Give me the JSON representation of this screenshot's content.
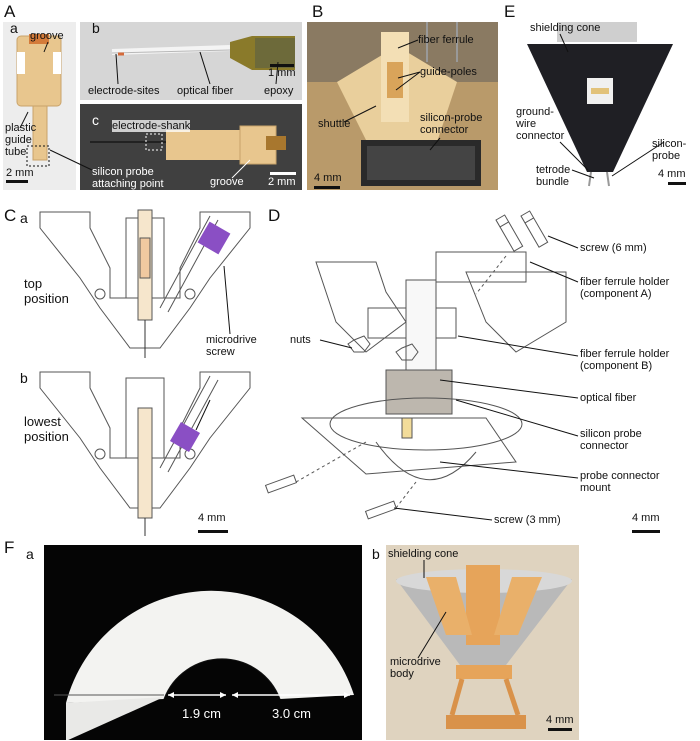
{
  "panels": {
    "A": {
      "letter": "A",
      "a": {
        "letter": "a",
        "groove": "groove",
        "plastic_guide_tube": "plastic\nguide\ntube",
        "scale": "2 mm"
      },
      "b": {
        "letter": "b",
        "electrode_sites": "electrode-sites",
        "optical_fiber": "optical fiber",
        "epoxy": "epoxy",
        "scale": "1 mm"
      },
      "c": {
        "letter": "c",
        "electrode_shank": "electrode-shank",
        "groove": "groove",
        "scale": "2 mm"
      },
      "attach": "silicon probe\nattaching point"
    },
    "B": {
      "letter": "B",
      "fiber_ferrule": "fiber ferrule",
      "guide_poles": "guide-poles",
      "shuttle": "shuttle",
      "probe_connector": "silicon-probe\nconnector",
      "scale": "4 mm"
    },
    "E": {
      "letter": "E",
      "shielding_cone": "shielding cone",
      "ground_wire": "ground-\nwire\nconnector",
      "silicon_probe": "silicon-\nprobe",
      "tetrode_bundle": "tetrode\nbundle",
      "scale": "4 mm"
    },
    "C": {
      "letter": "C",
      "a": {
        "letter": "a",
        "label": "top\nposition"
      },
      "b": {
        "letter": "b",
        "label": "lowest\nposition"
      },
      "microdrive_screw": "microdrive\nscrew",
      "scale": "4 mm"
    },
    "D": {
      "letter": "D",
      "screw6": "screw (6 mm)",
      "holder_a": "fiber ferrule holder\n(component A)",
      "nuts": "nuts",
      "holder_b": "fiber ferrule holder\n(component B)",
      "optical_fiber": "optical fiber",
      "probe_connector": "silicon probe\nconnector",
      "mount": "probe connector\nmount",
      "screw3": "screw (3 mm)",
      "scale": "4 mm"
    },
    "F": {
      "letter": "F",
      "a": {
        "letter": "a",
        "dim1": "1.9 cm",
        "dim2": "3.0 cm"
      },
      "b": {
        "letter": "b",
        "shielding_cone": "shielding cone",
        "microdrive_body": "microdrive\nbody",
        "scale": "4 mm"
      }
    }
  },
  "colors": {
    "plastic": "#e9c892",
    "photo_dark": "#2a2622",
    "accent_purple": "#8a4fc4",
    "sheet": "#f2f2f0"
  }
}
